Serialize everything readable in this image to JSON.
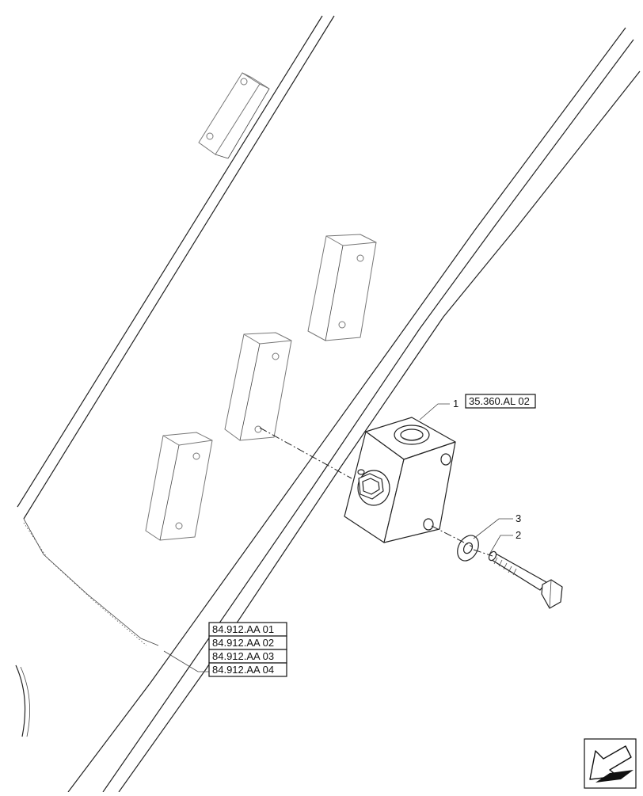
{
  "callouts": [
    {
      "number": "1",
      "ref": "35.360.AL 02"
    },
    {
      "number": "2"
    },
    {
      "number": "3"
    }
  ],
  "ref_stack": [
    "84.912.AA 01",
    "84.912.AA 02",
    "84.912.AA 03",
    "84.912.AA 04"
  ],
  "icons": {
    "nav": "arrow-back-icon"
  }
}
